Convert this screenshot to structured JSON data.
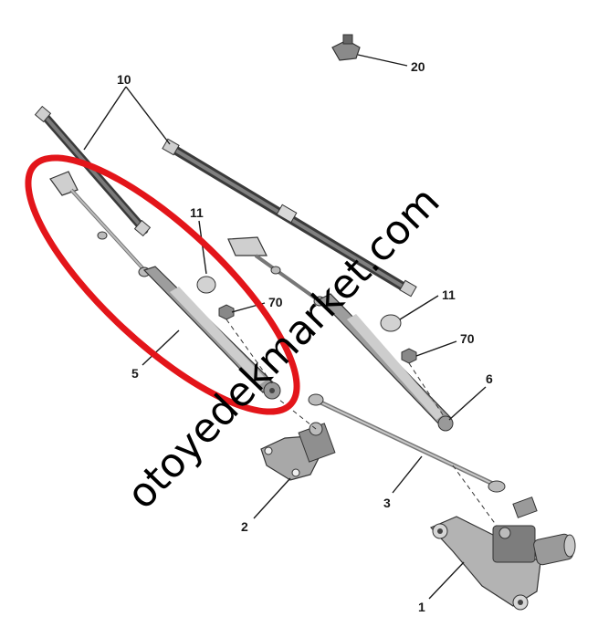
{
  "labels": {
    "p1": "1",
    "p2": "2",
    "p3": "3",
    "p5": "5",
    "p6": "6",
    "p10": "10",
    "p11a": "11",
    "p11b": "11",
    "p20": "20",
    "p70a": "70",
    "p70b": "70"
  },
  "watermark": "otoyedekmarket.com",
  "colors": {
    "highlight": "#e3151a",
    "part_fill": "#b9b9b9",
    "part_dark": "#5a5a5a",
    "ink": "#1a1a1a"
  }
}
